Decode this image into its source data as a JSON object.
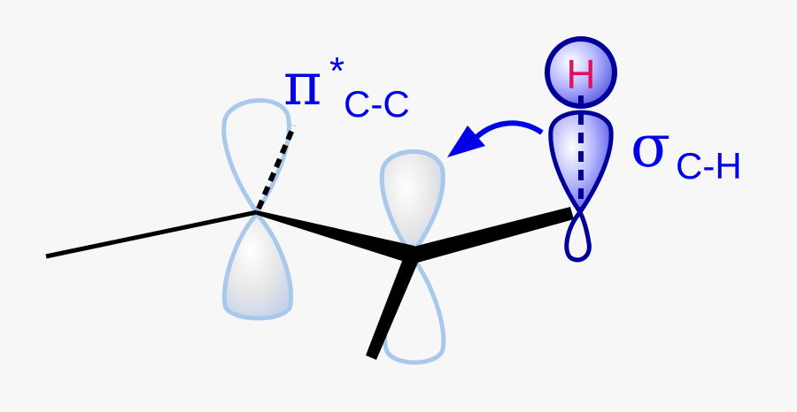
{
  "labels": {
    "pi": "π",
    "pi_star": "*",
    "pi_sub": "C-C",
    "sigma": "σ",
    "sigma_sub": "C-H",
    "hydrogen": "H"
  },
  "colors": {
    "background": "#f7f7f7",
    "label_blue": "#0000e6",
    "hydrogen_red": "#e0105a",
    "sigma_orbital": "#000099",
    "pi_orbital_outline": "#a8c8ec",
    "bond": "#000000"
  }
}
